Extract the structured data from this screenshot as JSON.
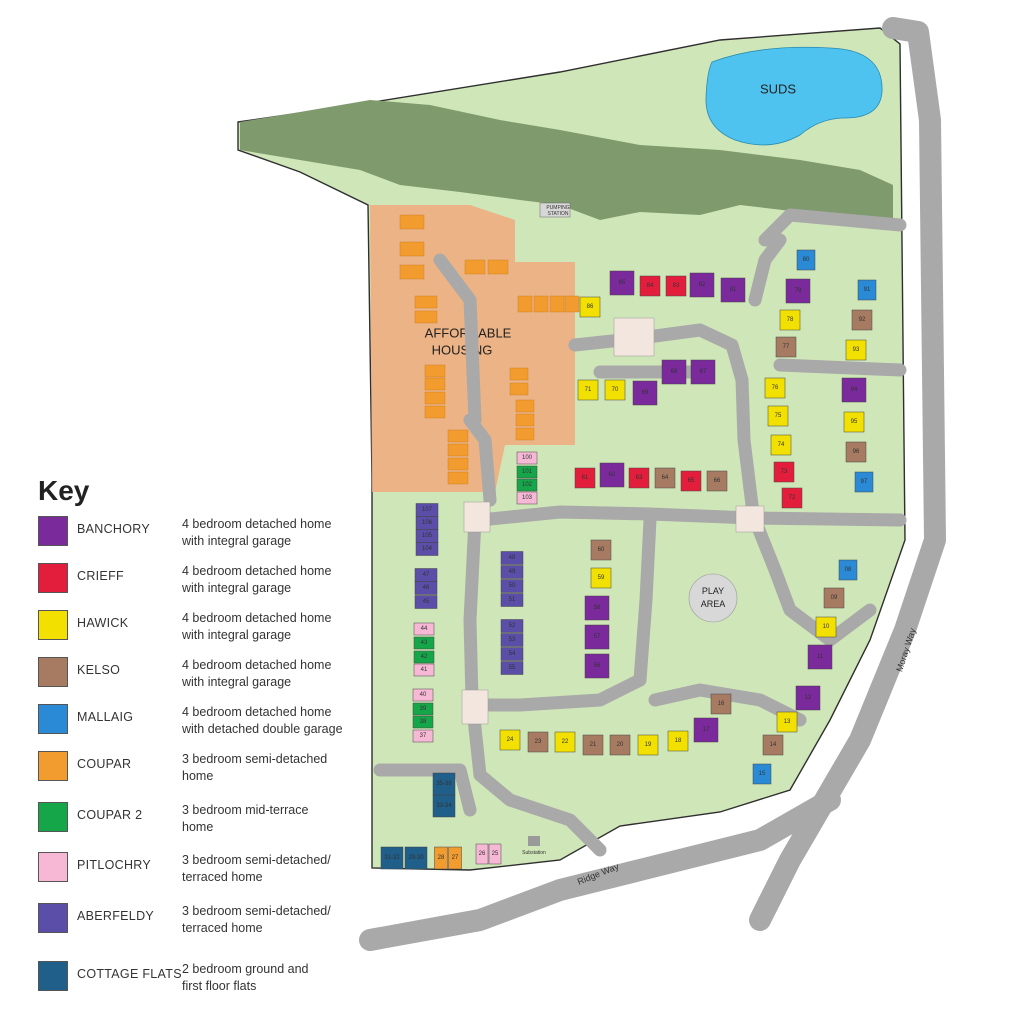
{
  "map": {
    "labels": {
      "suds": "SUDS",
      "affordable_line1": "AFFORDABLE",
      "affordable_line2": "HOUSING",
      "play_line1": "PLAY",
      "play_line2": "AREA",
      "pumping_line1": "PUMPING",
      "pumping_line2": "STATION",
      "substation": "Substation",
      "moray_way": "Moray Way",
      "ridge_way": "Ridge Way"
    },
    "colors": {
      "grass": "#cfe6b8",
      "road": "#a9a9a9",
      "trees": "#7f9a6d",
      "water": "#4fc3ef",
      "affordable": "#f0a97c",
      "banchory": "#7b2a9c",
      "crieff": "#e31e3d",
      "hawick": "#f2e000",
      "kelso": "#a67b62",
      "mallaig": "#2a8ad6",
      "coupar": "#f29b2e",
      "coupar2": "#16a64a",
      "pitlochry": "#f7b8d6",
      "aberfeldy": "#5a4ea8",
      "cottage_flats": "#1f5f8a"
    },
    "plots": [
      {
        "label": "85",
        "type": "banchory"
      },
      {
        "label": "84",
        "type": "crieff"
      },
      {
        "label": "83",
        "type": "crieff"
      },
      {
        "label": "82",
        "type": "banchory"
      },
      {
        "label": "81",
        "type": "banchory"
      },
      {
        "label": "86",
        "type": "hawick"
      },
      {
        "label": "80",
        "type": "mallaig"
      },
      {
        "label": "79",
        "type": "banchory"
      },
      {
        "label": "78",
        "type": "hawick"
      },
      {
        "label": "77",
        "type": "kelso"
      },
      {
        "label": "91",
        "type": "mallaig"
      },
      {
        "label": "92",
        "type": "kelso"
      },
      {
        "label": "93",
        "type": "hawick"
      },
      {
        "label": "94",
        "type": "banchory"
      },
      {
        "label": "95",
        "type": "hawick"
      },
      {
        "label": "96",
        "type": "kelso"
      },
      {
        "label": "97",
        "type": "mallaig"
      },
      {
        "label": "71",
        "type": "hawick"
      },
      {
        "label": "70",
        "type": "hawick"
      },
      {
        "label": "69",
        "type": "banchory"
      },
      {
        "label": "68",
        "type": "banchory"
      },
      {
        "label": "67",
        "type": "banchory"
      },
      {
        "label": "76",
        "type": "hawick"
      },
      {
        "label": "75",
        "type": "hawick"
      },
      {
        "label": "74",
        "type": "hawick"
      },
      {
        "label": "73",
        "type": "crieff"
      },
      {
        "label": "72",
        "type": "crieff"
      },
      {
        "label": "100",
        "type": "pitlochry"
      },
      {
        "label": "101",
        "type": "coupar2"
      },
      {
        "label": "102",
        "type": "coupar2"
      },
      {
        "label": "103",
        "type": "pitlochry"
      },
      {
        "label": "61",
        "type": "crieff"
      },
      {
        "label": "62",
        "type": "banchory"
      },
      {
        "label": "63",
        "type": "crieff"
      },
      {
        "label": "64",
        "type": "kelso"
      },
      {
        "label": "65",
        "type": "crieff"
      },
      {
        "label": "66",
        "type": "kelso"
      },
      {
        "label": "107",
        "type": "aberfeldy"
      },
      {
        "label": "106",
        "type": "aberfeldy"
      },
      {
        "label": "105",
        "type": "aberfeldy"
      },
      {
        "label": "104",
        "type": "aberfeldy"
      },
      {
        "label": "47",
        "type": "aberfeldy"
      },
      {
        "label": "46",
        "type": "aberfeldy"
      },
      {
        "label": "45",
        "type": "aberfeldy"
      },
      {
        "label": "44",
        "type": "pitlochry"
      },
      {
        "label": "43",
        "type": "coupar2"
      },
      {
        "label": "42",
        "type": "coupar2"
      },
      {
        "label": "41",
        "type": "pitlochry"
      },
      {
        "label": "40",
        "type": "pitlochry"
      },
      {
        "label": "39",
        "type": "coupar2"
      },
      {
        "label": "38",
        "type": "coupar2"
      },
      {
        "label": "37",
        "type": "pitlochry"
      },
      {
        "label": "48",
        "type": "aberfeldy"
      },
      {
        "label": "49",
        "type": "aberfeldy"
      },
      {
        "label": "50",
        "type": "aberfeldy"
      },
      {
        "label": "51",
        "type": "aberfeldy"
      },
      {
        "label": "52",
        "type": "aberfeldy"
      },
      {
        "label": "53",
        "type": "aberfeldy"
      },
      {
        "label": "54",
        "type": "aberfeldy"
      },
      {
        "label": "55",
        "type": "aberfeldy"
      },
      {
        "label": "60",
        "type": "kelso"
      },
      {
        "label": "59",
        "type": "hawick"
      },
      {
        "label": "58",
        "type": "banchory"
      },
      {
        "label": "57",
        "type": "banchory"
      },
      {
        "label": "56",
        "type": "banchory"
      },
      {
        "label": "24",
        "type": "hawick"
      },
      {
        "label": "23",
        "type": "kelso"
      },
      {
        "label": "22",
        "type": "hawick"
      },
      {
        "label": "21",
        "type": "kelso"
      },
      {
        "label": "20",
        "type": "kelso"
      },
      {
        "label": "19",
        "type": "hawick"
      },
      {
        "label": "18",
        "type": "hawick"
      },
      {
        "label": "17",
        "type": "banchory"
      },
      {
        "label": "16",
        "type": "kelso"
      },
      {
        "label": "15",
        "type": "mallaig"
      },
      {
        "label": "14",
        "type": "kelso"
      },
      {
        "label": "13",
        "type": "hawick"
      },
      {
        "label": "12",
        "type": "banchory"
      },
      {
        "label": "11",
        "type": "banchory"
      },
      {
        "label": "10",
        "type": "hawick"
      },
      {
        "label": "09",
        "type": "kelso"
      },
      {
        "label": "08",
        "type": "mallaig"
      },
      {
        "label": "35-36",
        "type": "cottage_flats"
      },
      {
        "label": "33-34",
        "type": "cottage_flats"
      },
      {
        "label": "31-32",
        "type": "cottage_flats"
      },
      {
        "label": "29-30",
        "type": "cottage_flats"
      },
      {
        "label": "28",
        "type": "coupar"
      },
      {
        "label": "27",
        "type": "coupar"
      },
      {
        "label": "26",
        "type": "pitlochry"
      },
      {
        "label": "25",
        "type": "pitlochry"
      }
    ]
  },
  "key": {
    "title": "Key",
    "items": [
      {
        "name": "BANCHORY",
        "desc": "4 bedroom detached home\nwith integral garage",
        "color": "#7b2a9c"
      },
      {
        "name": "CRIEFF",
        "desc": "4 bedroom detached home\nwith integral garage",
        "color": "#e31e3d"
      },
      {
        "name": "HAWICK",
        "desc": "4 bedroom detached home\nwith integral garage",
        "color": "#f2e000"
      },
      {
        "name": "KELSO",
        "desc": "4 bedroom detached home\nwith integral garage",
        "color": "#a67b62"
      },
      {
        "name": "MALLAIG",
        "desc": "4 bedroom detached home\nwith detached double garage",
        "color": "#2a8ad6"
      },
      {
        "name": "COUPAR",
        "desc": "3 bedroom semi-detached\nhome",
        "color": "#f29b2e"
      },
      {
        "name": "COUPAR 2",
        "desc": "3 bedroom mid-terrace\nhome",
        "color": "#16a64a"
      },
      {
        "name": "PITLOCHRY",
        "desc": "3 bedroom semi-detached/\nterraced home",
        "color": "#f7b8d6"
      },
      {
        "name": "ABERFELDY",
        "desc": "3 bedroom semi-detached/\nterraced home",
        "color": "#5a4ea8"
      },
      {
        "name": "COTTAGE FLATS",
        "desc": "2 bedroom ground and\nfirst floor flats",
        "color": "#1f5f8a"
      }
    ]
  }
}
